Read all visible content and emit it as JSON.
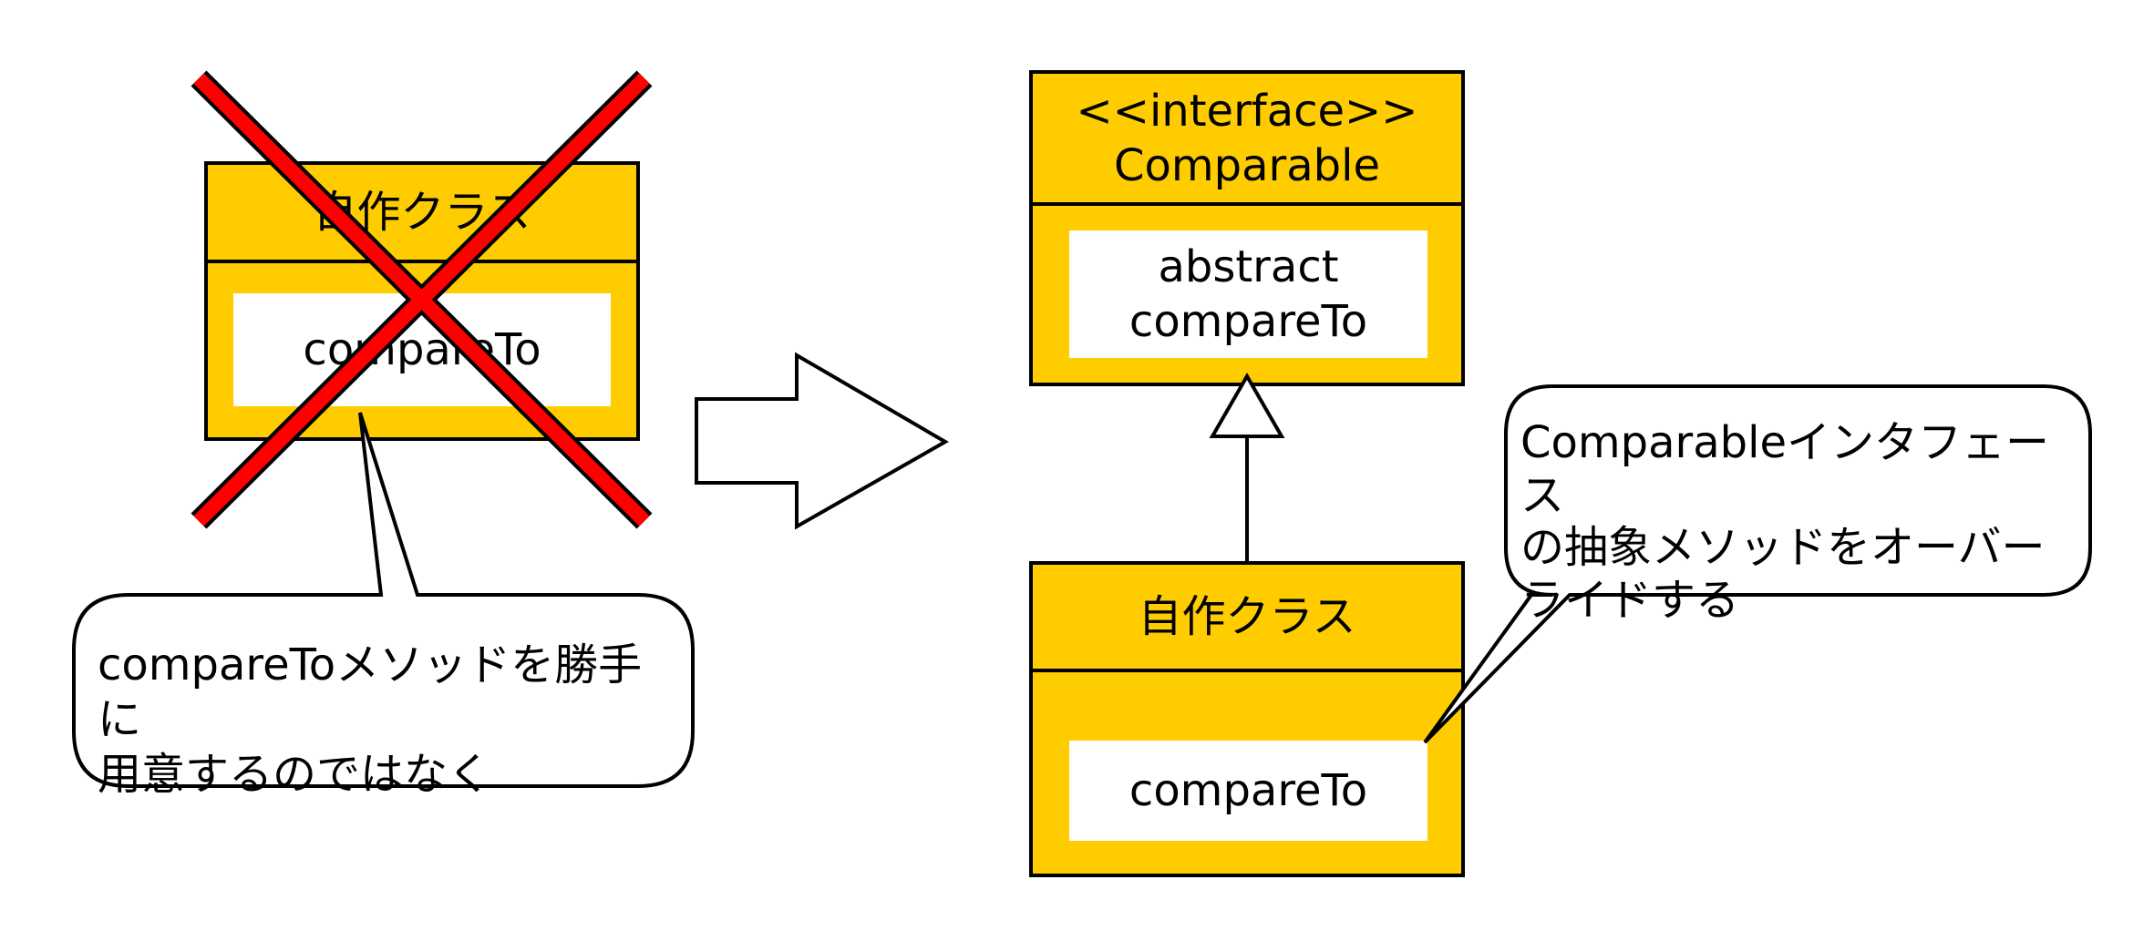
{
  "colors": {
    "class_fill": "#FFCC00",
    "stroke": "#000000",
    "method_fill": "#FFFFFF",
    "cross": "#FF0000",
    "callout_fill": "#FFFFFF"
  },
  "left_class": {
    "name": "自作クラス",
    "method": "compareTo"
  },
  "left_callout": {
    "text": "compareToメソッドを勝手に\n用意するのではなく"
  },
  "interface_class": {
    "name": "<<interface>>\nComparable",
    "method": "abstract\ncompareTo"
  },
  "impl_class": {
    "name": "自作クラス",
    "method": "compareTo"
  },
  "right_callout": {
    "text": "Comparableインタフェース\nの抽象メソッドをオーバー\nライドする"
  }
}
